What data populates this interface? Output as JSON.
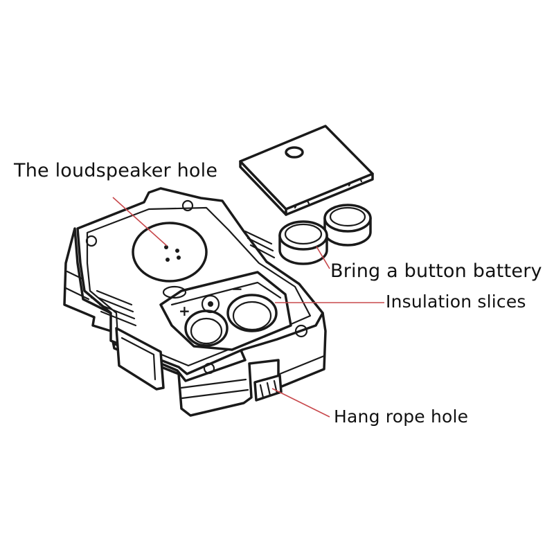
{
  "labels": {
    "speaker_hole": "The loudspeaker hole",
    "battery": "Bring a button battery",
    "insulation": "Insulation slices",
    "rope_hole": "Hang rope hole"
  },
  "compartment_marks": {
    "plus": "+",
    "minus": "−"
  },
  "colors": {
    "ink": "#1a1a1a",
    "leader": "#c8484c",
    "background": "#ffffff"
  }
}
